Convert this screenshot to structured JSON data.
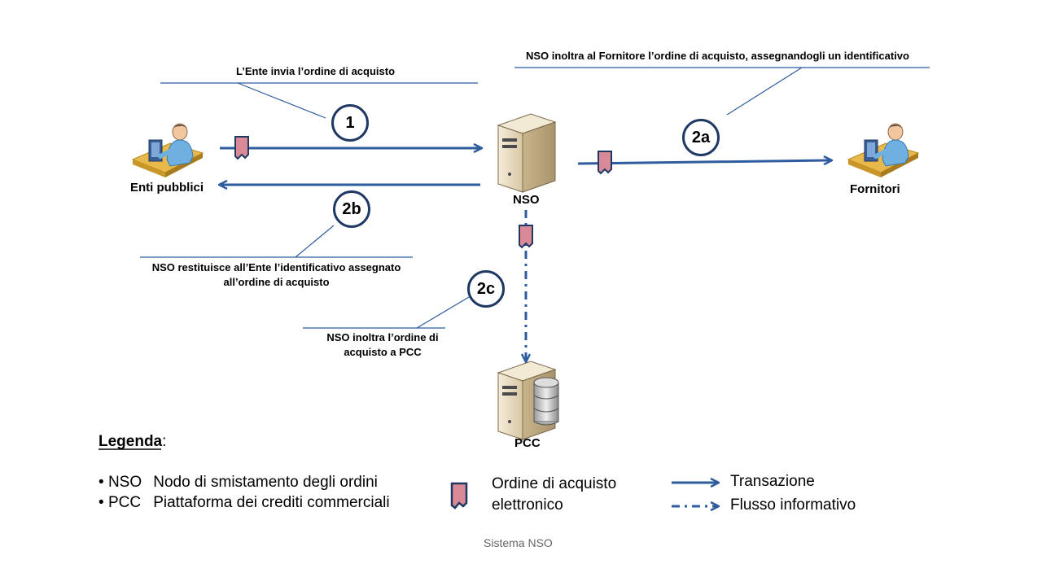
{
  "nodes": {
    "enti": "Enti pubblici",
    "nso": "NSO",
    "fornitori": "Fornitori",
    "pcc": "PCC"
  },
  "steps": {
    "s1": "1",
    "s2a": "2a",
    "s2b": "2b",
    "s2c": "2c"
  },
  "annotations": {
    "a1": "L’Ente invia l’ordine di acquisto",
    "a2a": "NSO inoltra al Fornitore l’ordine di acquisto, assegnandogli un identificativo",
    "a2b_line1": "NSO restituisce all’Ente l’identificativo  assegnato",
    "a2b_line2": "all’ordine di acquisto",
    "a2c_line1": "NSO inoltra l’ordine di",
    "a2c_line2": "acquisto a PCC"
  },
  "legend": {
    "title": "Legenda",
    "title_suffix": ":",
    "abbr": [
      {
        "bullet": "•",
        "key": "NSO",
        "desc": "Nodo di smistamento degli ordini"
      },
      {
        "bullet": "•",
        "key": "PCC",
        "desc": "Piattaforma dei crediti commerciali"
      }
    ],
    "document_line1": "Ordine di acquisto",
    "document_line2": "elettronico",
    "transazione": "Transazione",
    "flusso": "Flusso informativo"
  },
  "footer": "Sistema NSO",
  "colors": {
    "arrow": "#2e5c9e",
    "circle_border": "#1f3864",
    "document": "#d98a96",
    "document_border": "#1f3864",
    "server_body": "#e8dcc4",
    "footer_text": "#666666"
  }
}
